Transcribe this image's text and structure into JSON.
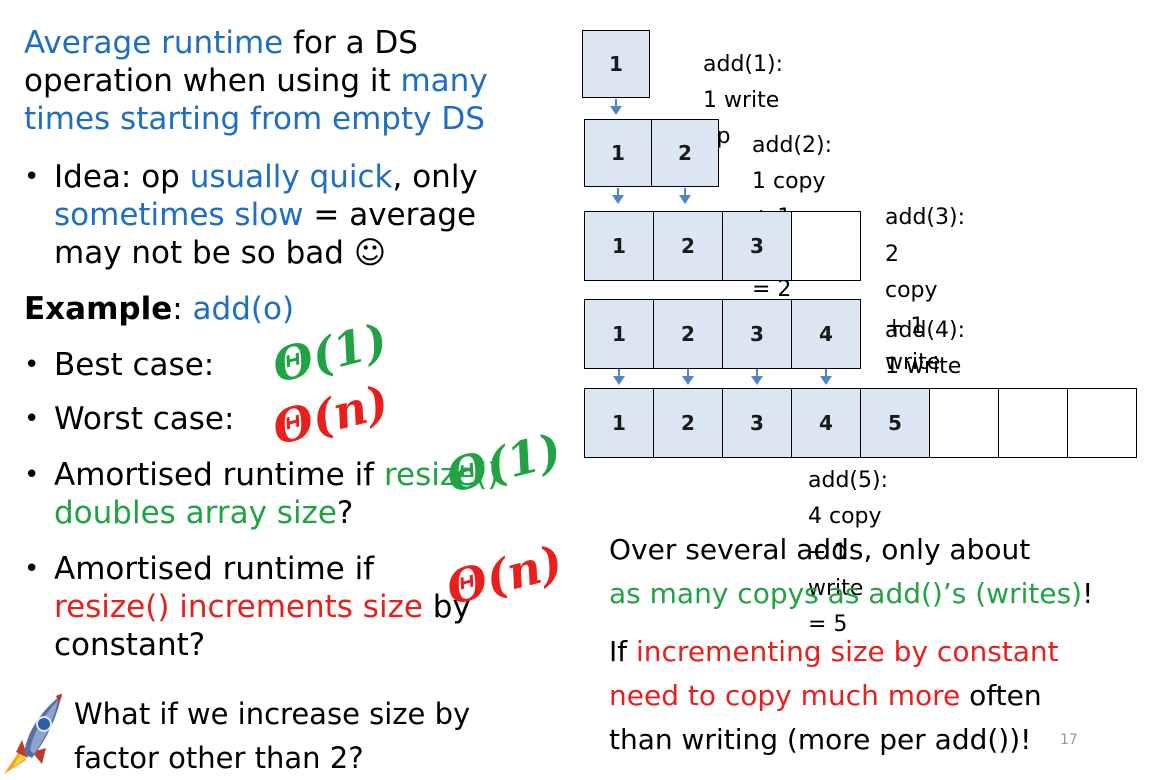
{
  "heading": {
    "part1": "Average runtime",
    "part2": " for a DS operation when using it ",
    "part3": "many times starting from empty DS"
  },
  "idea": {
    "bullet": "•",
    "pre": "Idea: op ",
    "quick": "usually quick",
    "mid": ", only ",
    "slow": "sometimes slow",
    "post": " = average may not be so bad ",
    "smiley": "☺"
  },
  "example": {
    "label": "Example",
    "colon": ": ",
    "op": "add(o)"
  },
  "cases": {
    "best": {
      "bullet": "•",
      "label": "Best case:",
      "theta": "Θ(1)"
    },
    "worst": {
      "bullet": "•",
      "label": "Worst case:",
      "theta": "Θ(n)"
    },
    "amort_double": {
      "bullet": "•",
      "pre": "Amortised runtime if ",
      "colored": "resize() doubles array size",
      "post": "?",
      "theta": "Θ(1)"
    },
    "amort_inc": {
      "bullet": "•",
      "pre": "Amortised runtime if ",
      "colored": "resize() increments size",
      "post": " by constant?",
      "theta": "Θ(n)"
    }
  },
  "question": {
    "icon": "rocket-icon",
    "text": "What if we increase size by factor other than 2?"
  },
  "arrays": {
    "row1": {
      "cells": [
        "1"
      ],
      "desc": "add(1): 1 write op"
    },
    "row2": {
      "cells": [
        "1",
        "2"
      ],
      "desc": "add(2): 1 copy + 1 write = 2"
    },
    "row3": {
      "cells": [
        "1",
        "2",
        "3",
        ""
      ],
      "desc_line1": "add(3):",
      "desc_line2": "2 copy + 1 write = 3"
    },
    "row4": {
      "cells": [
        "1",
        "2",
        "3",
        "4"
      ],
      "desc": "add(4): 1 write"
    },
    "row5": {
      "cells": [
        "1",
        "2",
        "3",
        "4",
        "5",
        "",
        "",
        ""
      ],
      "desc": "add(5): 4 copy + 1 write = 5"
    }
  },
  "note1": {
    "line1": "Over several adds, only about",
    "green": "as many copys as add()’s (writes)",
    "end": "!"
  },
  "note2": {
    "pre": "If ",
    "red": "incrementing size by constant need to copy much more",
    "post": " often than writing (more per add())!"
  },
  "page_number": "17",
  "colors": {
    "blue": "#1f6fbf",
    "green": "#21a345",
    "red": "#e8201d",
    "cell_fill": "#dce6f2",
    "arrow": "#4f86c6"
  }
}
